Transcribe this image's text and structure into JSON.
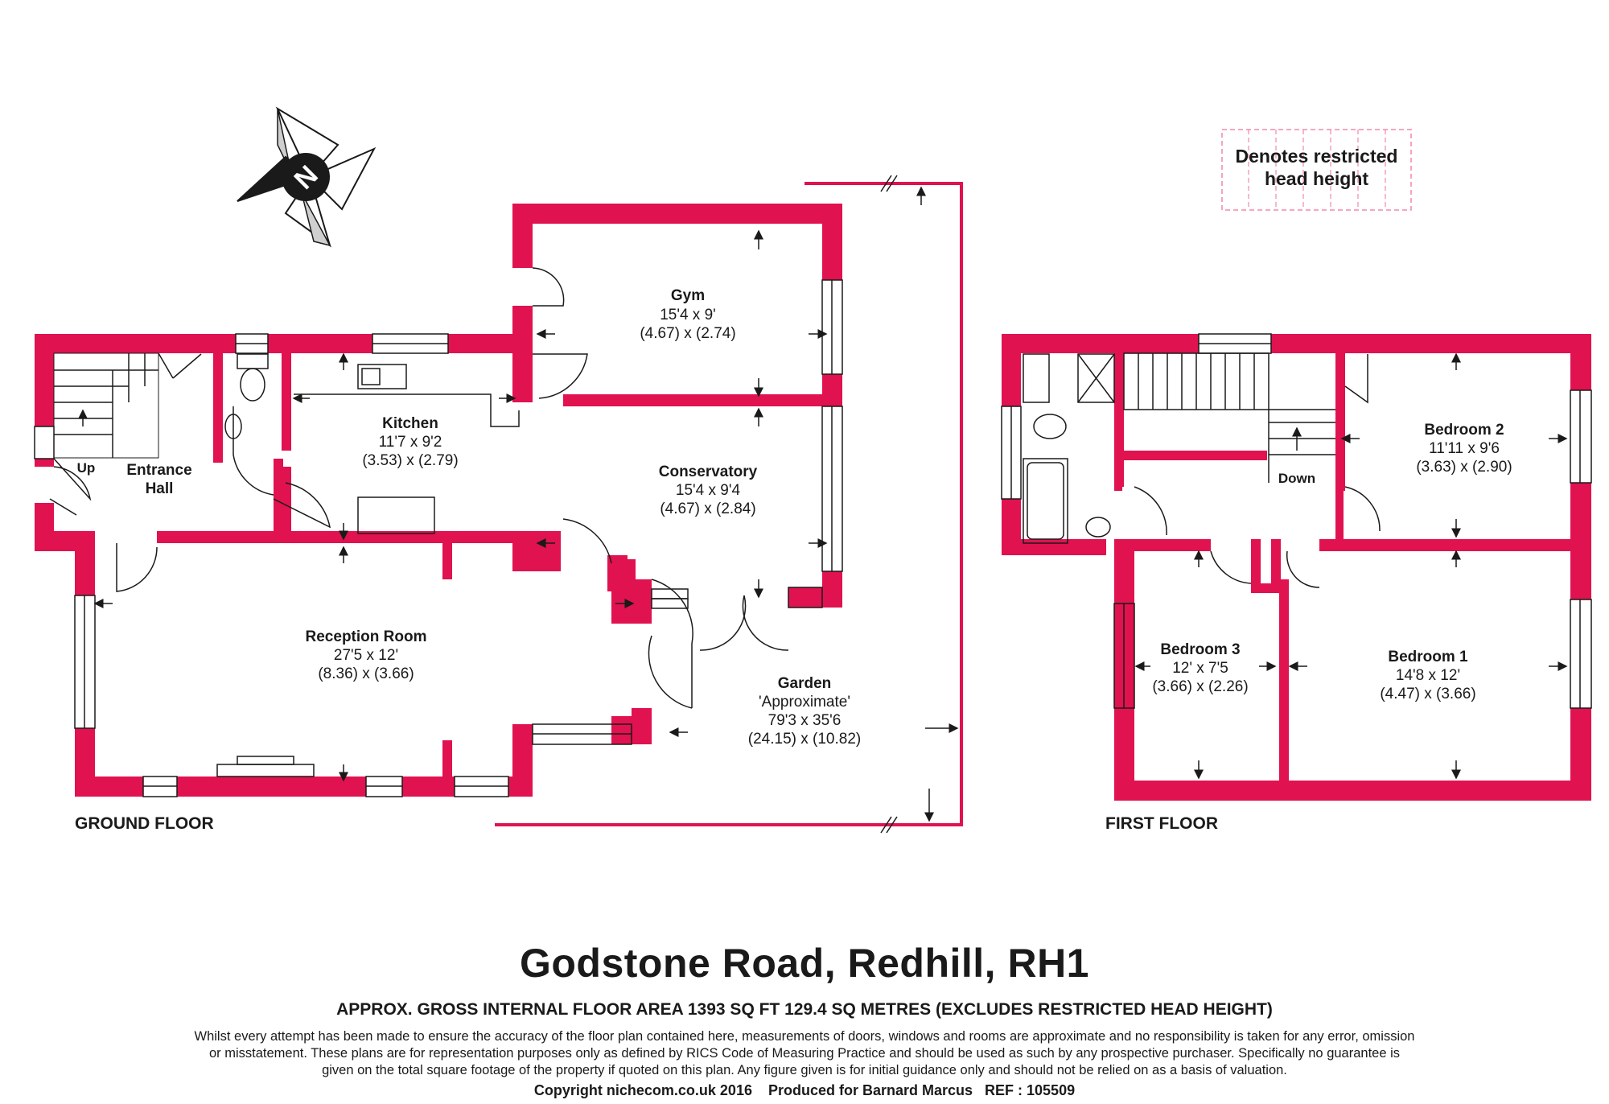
{
  "rooms": {
    "gym": {
      "name": "Gym",
      "imperial": "15'4 x 9'",
      "metric": "(4.67) x (2.74)"
    },
    "kitchen": {
      "name": "Kitchen",
      "imperial": "11'7 x 9'2",
      "metric": "(3.53) x (2.79)"
    },
    "entrance_hall": {
      "name_line1": "Entrance",
      "name_line2": "Hall"
    },
    "conservatory": {
      "name": "Conservatory",
      "imperial": "15'4 x 9'4",
      "metric": "(4.67) x (2.84)"
    },
    "reception": {
      "name": "Reception Room",
      "imperial": "27'5 x 12'",
      "metric": "(8.36) x (3.66)"
    },
    "garden": {
      "name": "Garden",
      "note": "'Approximate'",
      "imperial": "79'3 x 35'6",
      "metric": "(24.15) x (10.82)"
    },
    "bedroom2": {
      "name": "Bedroom 2",
      "imperial": "11'11 x 9'6",
      "metric": "(3.63) x (2.90)"
    },
    "bedroom3": {
      "name": "Bedroom 3",
      "imperial": "12' x 7'5",
      "metric": "(3.66) x (2.26)"
    },
    "bedroom1": {
      "name": "Bedroom 1",
      "imperial": "14'8 x 12'",
      "metric": "(4.47) x (3.66)"
    }
  },
  "stairs": {
    "up_label": "Up",
    "down_label": "Down"
  },
  "floors": {
    "ground": "GROUND FLOOR",
    "first": "FIRST FLOOR"
  },
  "legend": {
    "line1": "Denotes restricted",
    "line2": "head height"
  },
  "compass": {
    "letter": "N"
  },
  "footer": {
    "address": "Godstone Road, Redhill, RH1",
    "area": "APPROX. GROSS INTERNAL FLOOR AREA 1393 SQ FT 129.4 SQ METRES (EXCLUDES RESTRICTED HEAD HEIGHT)",
    "disclaimer": "Whilst every attempt has been made to ensure the accuracy of the floor plan contained here, measurements of doors, windows and rooms are approximate and no responsibility is taken for any error, omission or misstatement. These plans are for representation purposes only as defined by RICS Code of Measuring Practice and should be used as such by any prospective purchaser. Specifically no guarantee is given on the total square footage of the property if quoted on this plan. Any figure given is for initial guidance only and should not be relied on as a basis of valuation.",
    "copyright": "Copyright nichecom.co.uk 2016    Produced for Barnard Marcus   REF : 105509"
  },
  "colors": {
    "wall": "#e0124f",
    "legend_border": "#f08aa6",
    "text": "#1a1a1a"
  }
}
